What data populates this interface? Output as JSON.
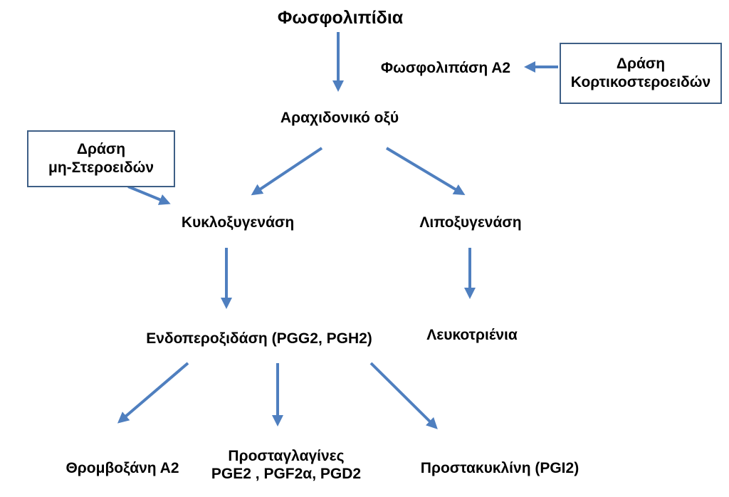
{
  "diagram": {
    "arrow_color": "#4f7fbf",
    "box_border_color": "#3e5f86",
    "nodes": {
      "phospholipids": "Φωσφολιπίδια",
      "phospholipase_a2": "Φωσφολιπάση Α2",
      "arachidonic_acid": "Αραχιδονικό οξύ",
      "cyclooxygenase": "Κυκλοξυγενάση",
      "lipoxygenase": "Λιποξυγενάση",
      "endoperoxidase": "Ενδοπεροξιδάση (PGG2, PGH2)",
      "leukotrienes": "Λευκοτριένια",
      "thromboxane_a2": "Θρομβοξάνη Α2",
      "prostaglandins_line1": "Προσταγλαγίνες",
      "prostaglandins_line2": "PGE2 , PGF2α, PGD2",
      "prostacyclin": "Προστακυκλίνη (PGI2)"
    },
    "boxes": {
      "corticosteroids": {
        "line1": "Δράση",
        "line2": "Κορτικοστεροειδών"
      },
      "nsaids": {
        "line1": "Δράση",
        "line2": "μη-Στεροειδών"
      }
    }
  }
}
